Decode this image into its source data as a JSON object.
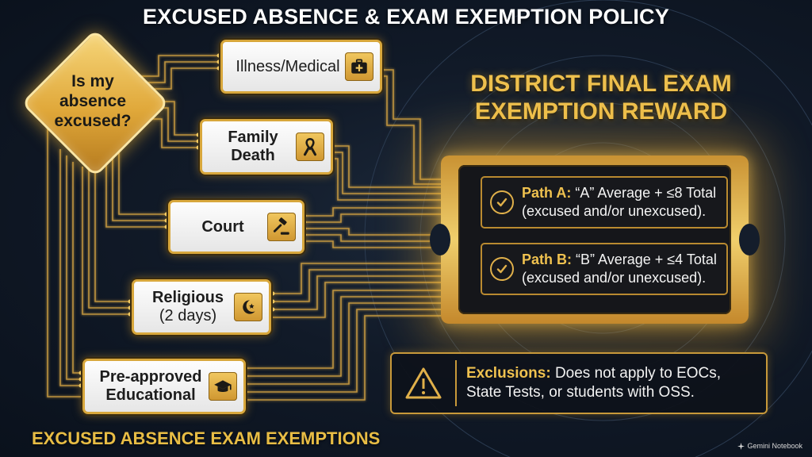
{
  "header": {
    "title": "EXCUSED ABSENCE & EXAM EXEMPTION POLICY"
  },
  "decision": {
    "lines": [
      "Is my",
      "absence",
      "excused?"
    ]
  },
  "reasons": [
    {
      "label": "Illness/Medical",
      "icon": "first-aid-kit-icon"
    },
    {
      "label": "Family Death",
      "label_lines": [
        "Family",
        "Death"
      ],
      "icon": "ribbon-icon"
    },
    {
      "label": "Court",
      "icon": "gavel-icon"
    },
    {
      "label": "Religious",
      "sub": "(2 days)",
      "icon": "crescent-star-icon"
    },
    {
      "label": "Pre-approved Educational",
      "label_lines": [
        "Pre-approved",
        "Educational"
      ],
      "icon": "graduation-cap-icon"
    }
  ],
  "reward": {
    "title_lines": [
      "DISTRICT FINAL EXAM",
      "EXEMPTION REWARD"
    ],
    "paths": [
      {
        "key": "Path A:",
        "line1": "“A” Average + ≤8 Total",
        "line2": "(excused and/or unexcused).",
        "icon": "check-circle-icon"
      },
      {
        "key": "Path B:",
        "line1": "“B” Average + ≤4 Total",
        "line2": "(excused and/or unexcused).",
        "icon": "check-circle-icon"
      }
    ]
  },
  "exclusions": {
    "key": "Exclusions:",
    "line1": "Does not apply to EOCs,",
    "line2": "State Tests, or students with OSS.",
    "icon": "warning-triangle-icon"
  },
  "footer": {
    "title": "EXCUSED ABSENCE EXAM  EXEMPTIONS"
  },
  "watermark": {
    "text": "Gemini Notebook"
  },
  "colors": {
    "gold": "#e0b04a",
    "background": "#111a28",
    "card": "#f2f2f2"
  }
}
